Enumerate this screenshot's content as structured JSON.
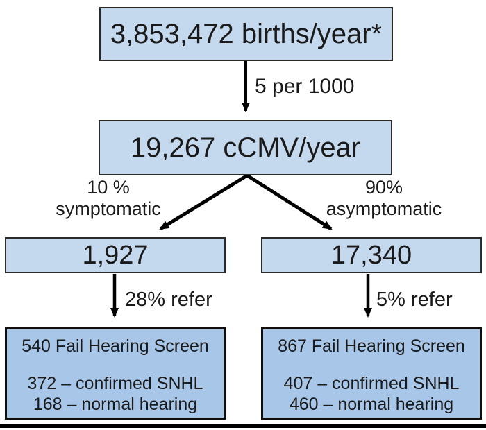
{
  "colors": {
    "background": "#ffffff",
    "box-fill-upper": "#c5d9ee",
    "box-fill-lower": "#a7c6e8",
    "box-border-upper": "#2b2b2b",
    "box-border-lower": "#0f0f0f",
    "arrow": "#000000",
    "text": "#1a1a1a",
    "bottom-bar": "#000000"
  },
  "flowchart": {
    "root": {
      "label": "3,853,472 births/year*"
    },
    "rate_label": "5 per 1000",
    "ccmv": {
      "label": "19,267 cCMV/year"
    },
    "branch_left": {
      "percent": "10 %",
      "name": "symptomatic"
    },
    "branch_right": {
      "percent": "90%",
      "name": "asymptomatic"
    },
    "symptomatic_total": {
      "label": "1,927"
    },
    "asymptomatic_total": {
      "label": "17,340"
    },
    "refer_left_label": "28% refer",
    "refer_right_label": "5% refer",
    "fail_left": {
      "title": "540 Fail Hearing Screen",
      "line1": "372 – confirmed SNHL",
      "line2": "168 – normal hearing"
    },
    "fail_right": {
      "title": "867 Fail Hearing Screen",
      "line1": "407 – confirmed SNHL",
      "line2": "460 – normal hearing"
    }
  }
}
